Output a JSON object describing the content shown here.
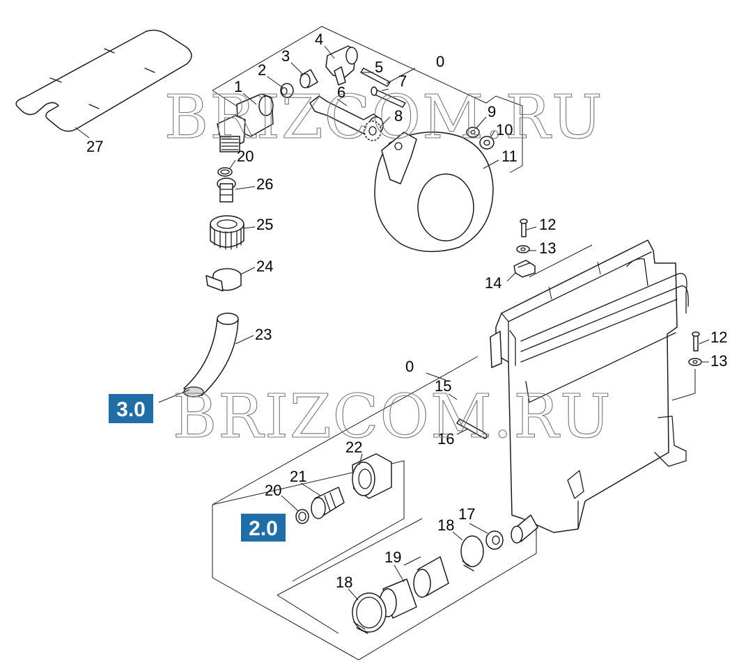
{
  "diagram": {
    "watermark": "BRIZCOM.RU",
    "badge_color": "#1f6ea8",
    "badges": {
      "b30": "3.0",
      "b20": "2.0"
    },
    "labels": {
      "p0a": "0",
      "p0b": "0",
      "p1": "1",
      "p2": "2",
      "p3": "3",
      "p4": "4",
      "p5": "5",
      "p6": "6",
      "p7": "7",
      "p8": "8",
      "p9": "9",
      "p10": "10",
      "p11": "11",
      "p12a": "12",
      "p12b": "12",
      "p13a": "13",
      "p13b": "13",
      "p14": "14",
      "p15": "15",
      "p16": "16",
      "p17": "17",
      "p18a": "18",
      "p18b": "18",
      "p19": "19",
      "p20a": "20",
      "p20b": "20",
      "p21": "21",
      "p22": "22",
      "p23": "23",
      "p24": "24",
      "p25": "25",
      "p26": "26",
      "p27": "27"
    }
  }
}
